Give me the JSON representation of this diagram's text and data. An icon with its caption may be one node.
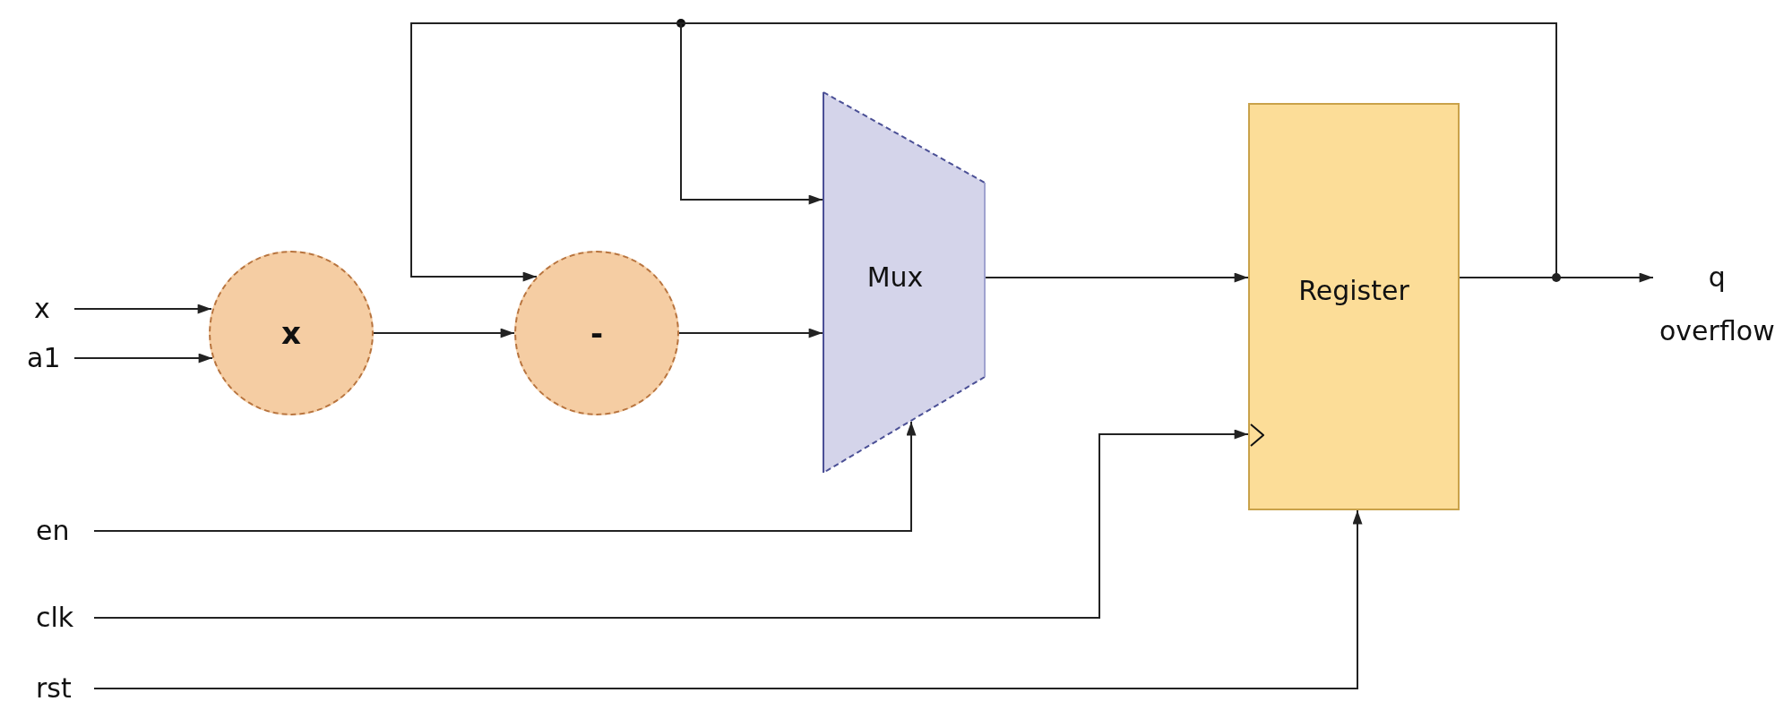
{
  "diagram": {
    "nodes": [
      {
        "text": [
          "x"
        ]
      },
      {
        "text": [
          "a1"
        ]
      },
      {
        "text": [
          "x"
        ]
      },
      {
        "text": [
          "-"
        ]
      },
      {
        "text": [
          "Mux"
        ]
      },
      {
        "text": [
          "Register"
        ]
      },
      {
        "text": [
          "q",
          "overflow"
        ]
      },
      {
        "text": [
          "en"
        ]
      },
      {
        "text": [
          "clk"
        ]
      },
      {
        "text": [
          "rst"
        ]
      }
    ],
    "edges": [
      {
        "from": 0,
        "to": 2,
        "arrow": "to"
      },
      {
        "from": 1,
        "to": 2,
        "arrow": "to"
      },
      {
        "from": 2,
        "to": 3,
        "arrow": "to"
      },
      {
        "from": 3,
        "to": 4,
        "arrow": "to"
      },
      {
        "from": 4,
        "to": 5,
        "arrow": "to"
      },
      {
        "from": 5,
        "to": 6,
        "arrow": "to"
      },
      {
        "from": 5,
        "to": 4,
        "arrow": "to"
      },
      {
        "from": 5,
        "to": 3,
        "arrow": "to"
      },
      {
        "from": 7,
        "to": 4,
        "arrow": "to"
      },
      {
        "from": 8,
        "to": 5,
        "arrow": "to"
      },
      {
        "from": 9,
        "to": 5,
        "arrow": "to"
      }
    ]
  }
}
